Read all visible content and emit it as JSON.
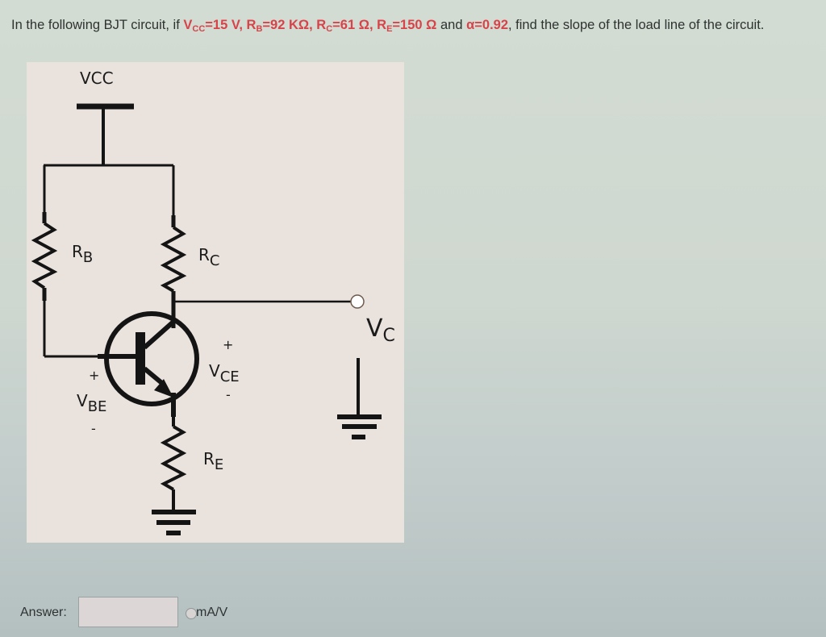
{
  "question": {
    "text_before": "In the following BJT circuit, if ",
    "vcc": {
      "symbol": "V",
      "sub": "CC",
      "value": "=15 V"
    },
    "sep1": ", ",
    "rb": {
      "symbol": "R",
      "sub": "B",
      "value": "=92 KΩ"
    },
    "sep2": ", ",
    "rc": {
      "symbol": "R",
      "sub": "C",
      "value": "=61 Ω"
    },
    "sep3": ", ",
    "re": {
      "symbol": "R",
      "sub": "E",
      "value": "=150 Ω"
    },
    "and": " and ",
    "alpha": "α=0.92",
    "text_after": ", find the slope of the load line of the circuit.",
    "highlight_color": "#d8434a"
  },
  "circuit": {
    "supply_label": "VCC",
    "rb_label": {
      "main": "R",
      "sub": "B"
    },
    "rc_label": {
      "main": "R",
      "sub": "C"
    },
    "re_label": {
      "main": "R",
      "sub": "E"
    },
    "vce_label": {
      "main": "V",
      "sub": "CE"
    },
    "vce_plus": "+",
    "vce_minus": "-",
    "vbe_label": {
      "main": "V",
      "sub": "BE"
    },
    "vbe_plus": "+",
    "vbe_minus": "-",
    "output_label": {
      "main": "V",
      "sub": "C"
    },
    "transistor_type": "NPN"
  },
  "answer": {
    "label": "Answer:",
    "value": "",
    "placeholder": "",
    "unit": "mA/V"
  }
}
